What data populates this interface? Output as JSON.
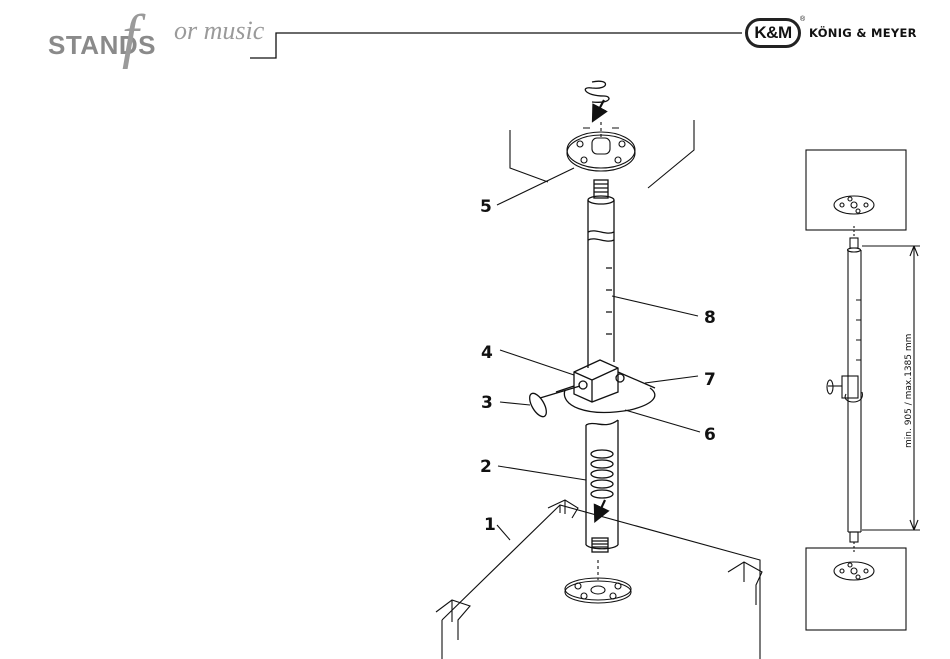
{
  "header": {
    "brand_left_stands": "STANDS",
    "brand_left_f": "f",
    "brand_left_music": "or music",
    "brand_right_mark": "K&M",
    "brand_right_name": "KÖNIG & MEYER"
  },
  "callouts": [
    "1",
    "2",
    "3",
    "4",
    "5",
    "6",
    "7",
    "8"
  ],
  "dimension_label": "min. 905 / max.1385 mm",
  "colors": {
    "line": "#111111",
    "logo_gray": "#9a9a9a"
  }
}
